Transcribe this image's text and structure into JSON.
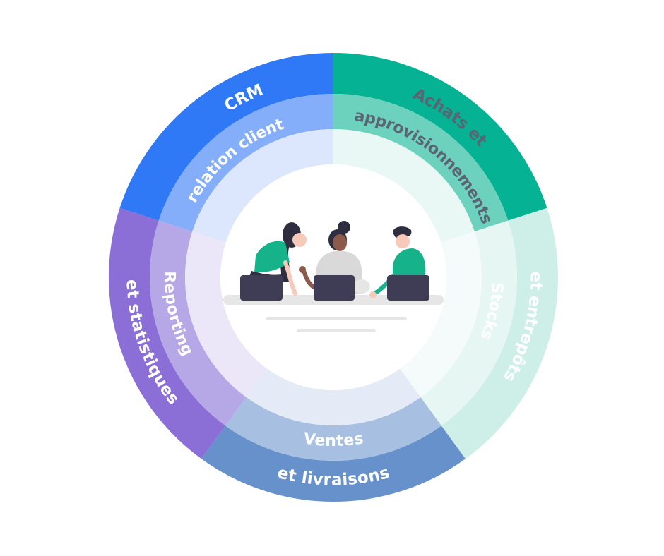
{
  "segments": [
    {
      "id": "crm",
      "label_outer": "CRM",
      "label_inner": "relation client",
      "colors": {
        "outer": "#06b294",
        "middle": "#6dd2bd",
        "inner": "#e9f8f4"
      },
      "text_color": "#ffffff"
    },
    {
      "id": "achats",
      "label_outer": "Achats et",
      "label_inner": "approvisionnements",
      "colors": {
        "outer": "#cdefe8",
        "middle": "#e6f7f3",
        "inner": "#f5fbfa"
      },
      "text_color": "#5b6472"
    },
    {
      "id": "stocks",
      "label_outer": "et entrepôts",
      "label_inner": "Stocks",
      "colors": {
        "outer": "#6691cb",
        "middle": "#a7bfe1",
        "inner": "#e4ebf6"
      },
      "text_color": "#ffffff"
    },
    {
      "id": "ventes",
      "label_outer": "et livraisons",
      "label_inner": "Ventes",
      "colors": {
        "outer": "#8b6fd7",
        "middle": "#b6a7e6",
        "inner": "#ebe6f8"
      },
      "text_color": "#ffffff"
    },
    {
      "id": "reporting",
      "label_outer": "et statistiques",
      "label_inner": "Reporting",
      "colors": {
        "outer": "#2f78f6",
        "middle": "#84adfa",
        "inner": "#dce7fd"
      },
      "text_color": "#ffffff"
    }
  ],
  "illustration": {
    "name": "team-meeting-illustration",
    "colors": {
      "skin_light": "#f6c9b8",
      "skin_dark": "#8b5a4a",
      "hair": "#2f2e41",
      "shirt_green": "#16b28a",
      "shirt_grey": "#d9d9d9",
      "laptop": "#3f3d56",
      "table": "#e6e6e6"
    }
  }
}
